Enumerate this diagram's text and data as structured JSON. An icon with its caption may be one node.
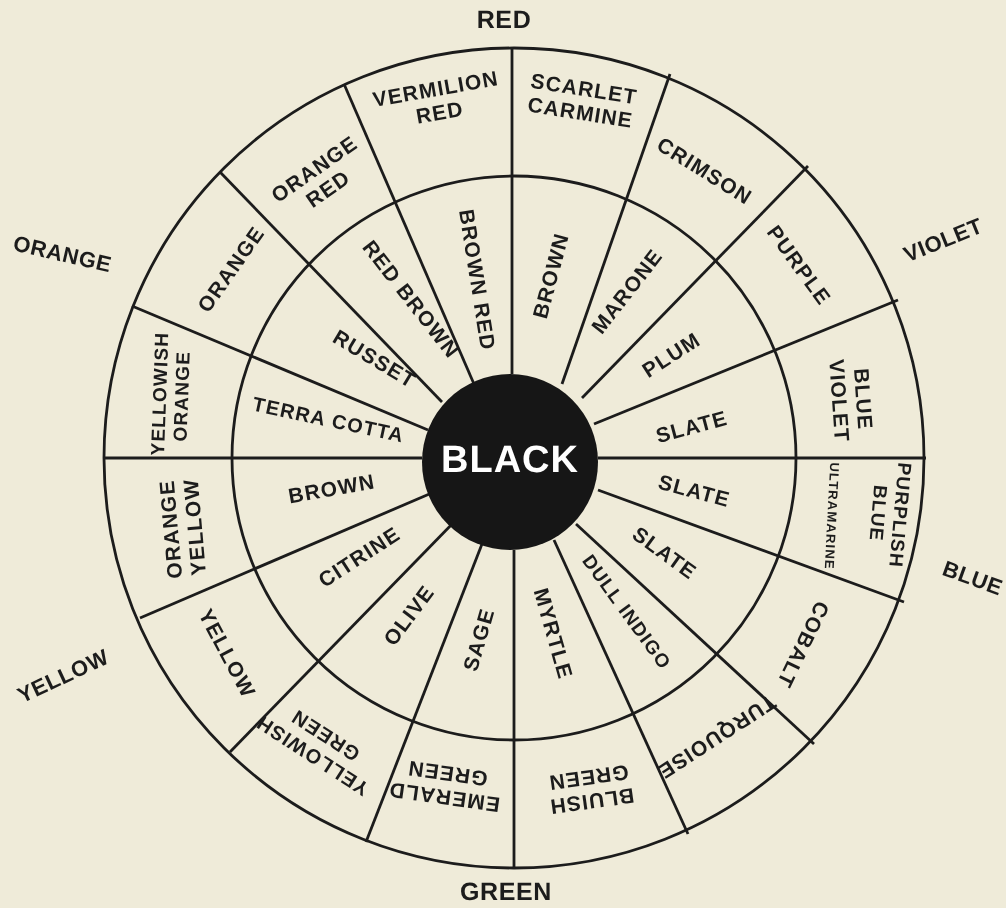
{
  "diagram": {
    "nodes": [
      {
        "text": [
          "BLACK"
        ]
      }
    ],
    "labels": [
      "RED",
      "VIOLET",
      "BLUE",
      "GREEN",
      "YELLOW",
      "ORANGE",
      "VERMILION RED",
      "SCARLET CARMINE",
      "CRIMSON",
      "PURPLE",
      "BLUE VIOLET",
      "PURPLISH BLUE",
      "ULTRAMARINE",
      "COBALT",
      "TURQUOISE",
      "BLUISH GREEN",
      "EMERALD GREEN",
      "YELLOWISH GREEN",
      "YELLOW",
      "ORANGE YELLOW",
      "YELLOWISH ORANGE",
      "ORANGE",
      "ORANGE RED",
      "BROWN RED",
      "BROWN",
      "MARONE",
      "PLUM",
      "SLATE",
      "SLATE",
      "SLATE",
      "DULL INDIGO",
      "MYRTLE",
      "SAGE",
      "OLIVE",
      "CITRINE",
      "BROWN",
      "TERRA COTTA",
      "RUSSET",
      "RED BROWN"
    ]
  }
}
